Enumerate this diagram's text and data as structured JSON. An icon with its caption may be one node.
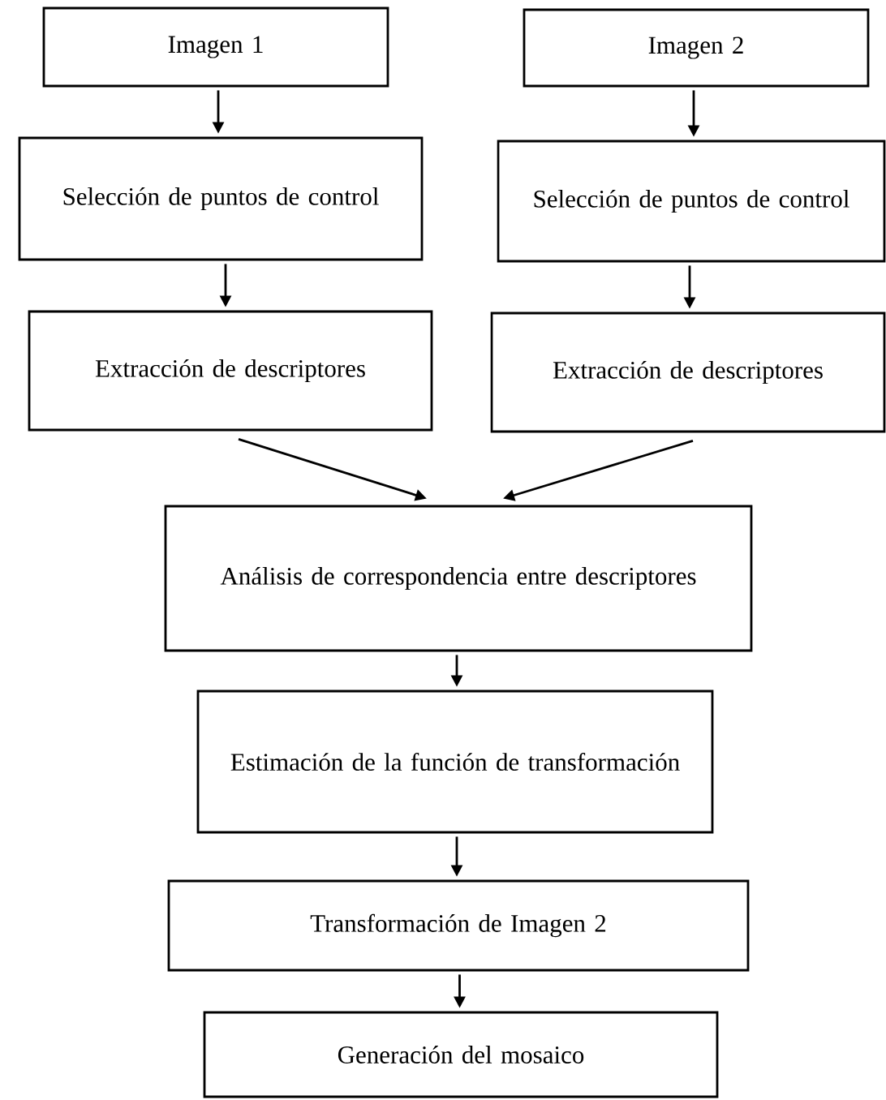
{
  "diagram": {
    "nodes": [
      {
        "text": [
          "Imagen 1"
        ]
      },
      {
        "text": [
          "Imagen 2"
        ]
      },
      {
        "text": [
          "Selección de puntos de control"
        ]
      },
      {
        "text": [
          "Selección de puntos de control"
        ]
      },
      {
        "text": [
          "Extracción de descriptores"
        ]
      },
      {
        "text": [
          "Extracción de descriptores"
        ]
      },
      {
        "text": [
          "Análisis de correspondencia entre descriptores"
        ]
      },
      {
        "text": [
          "Estimación de la función de transformación"
        ]
      },
      {
        "text": [
          "Transformación de Imagen 2"
        ]
      },
      {
        "text": [
          "Generación del mosaico"
        ]
      }
    ],
    "edges": [
      {
        "from": 0,
        "to": 2,
        "arrow": "to"
      },
      {
        "from": 1,
        "to": 3,
        "arrow": "to"
      },
      {
        "from": 2,
        "to": 4,
        "arrow": "to"
      },
      {
        "from": 3,
        "to": 5,
        "arrow": "to"
      },
      {
        "from": 4,
        "to": 6,
        "arrow": "to"
      },
      {
        "from": 5,
        "to": 6,
        "arrow": "to"
      },
      {
        "from": 6,
        "to": 7,
        "arrow": "to"
      },
      {
        "from": 7,
        "to": 8,
        "arrow": "to"
      },
      {
        "from": 8,
        "to": 9,
        "arrow": "to"
      }
    ]
  }
}
